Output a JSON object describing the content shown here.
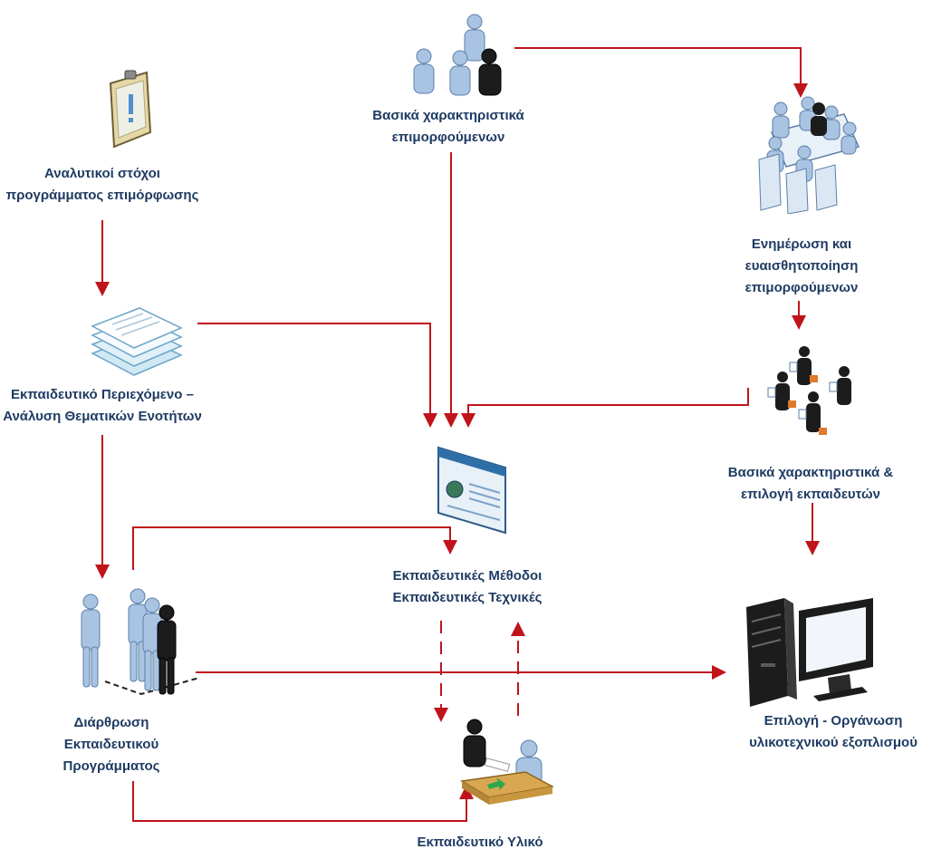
{
  "colors": {
    "arrow": "#c0141c",
    "label": "#1f3b63",
    "figure": "#a9c4e2",
    "figure_dark": "#1c1c1c",
    "table": "#d9a752"
  },
  "nodes": {
    "objectives": {
      "icon": "clipboard-icon",
      "lines": [
        "Αναλυτικοί στόχοι",
        "προγράμματος επιμόρφωσης"
      ]
    },
    "content": {
      "icon": "documents-stack-icon",
      "lines": [
        "Εκπαιδευτικό Περιεχόμενο –",
        "Ανάλυση Θεματικών Ενοτήτων"
      ]
    },
    "structure": {
      "icon": "people-queue-icon",
      "lines": [
        "Διάρθρωση",
        "Εκπαιδευτικού",
        "Προγράμματος"
      ]
    },
    "trainees": {
      "icon": "people-group-icon",
      "lines": [
        "Βασικά χαρακτηριστικά",
        "επιμορφούμενων"
      ]
    },
    "methods": {
      "icon": "web-page-icon",
      "lines": [
        "Εκπαιδευτικές Μέθοδοι",
        "Εκπαιδευτικές Τεχνικές"
      ]
    },
    "material": {
      "icon": "desk-handover-icon",
      "lines": [
        "Εκπαιδευτικό Υλικό"
      ]
    },
    "briefing": {
      "icon": "meeting-table-icon",
      "lines": [
        "Ενημέρωση και",
        "ευαισθητοποίηση",
        "επιμορφούμενων"
      ]
    },
    "trainers": {
      "icon": "trainers-icon",
      "lines": [
        "Βασικά χαρακτηριστικά &",
        "επιλογή εκπαιδευτών"
      ]
    },
    "equipment": {
      "icon": "computer-icon",
      "lines": [
        "Επιλογή - Οργάνωση",
        "υλικοτεχνικού εξοπλισμού"
      ]
    }
  }
}
